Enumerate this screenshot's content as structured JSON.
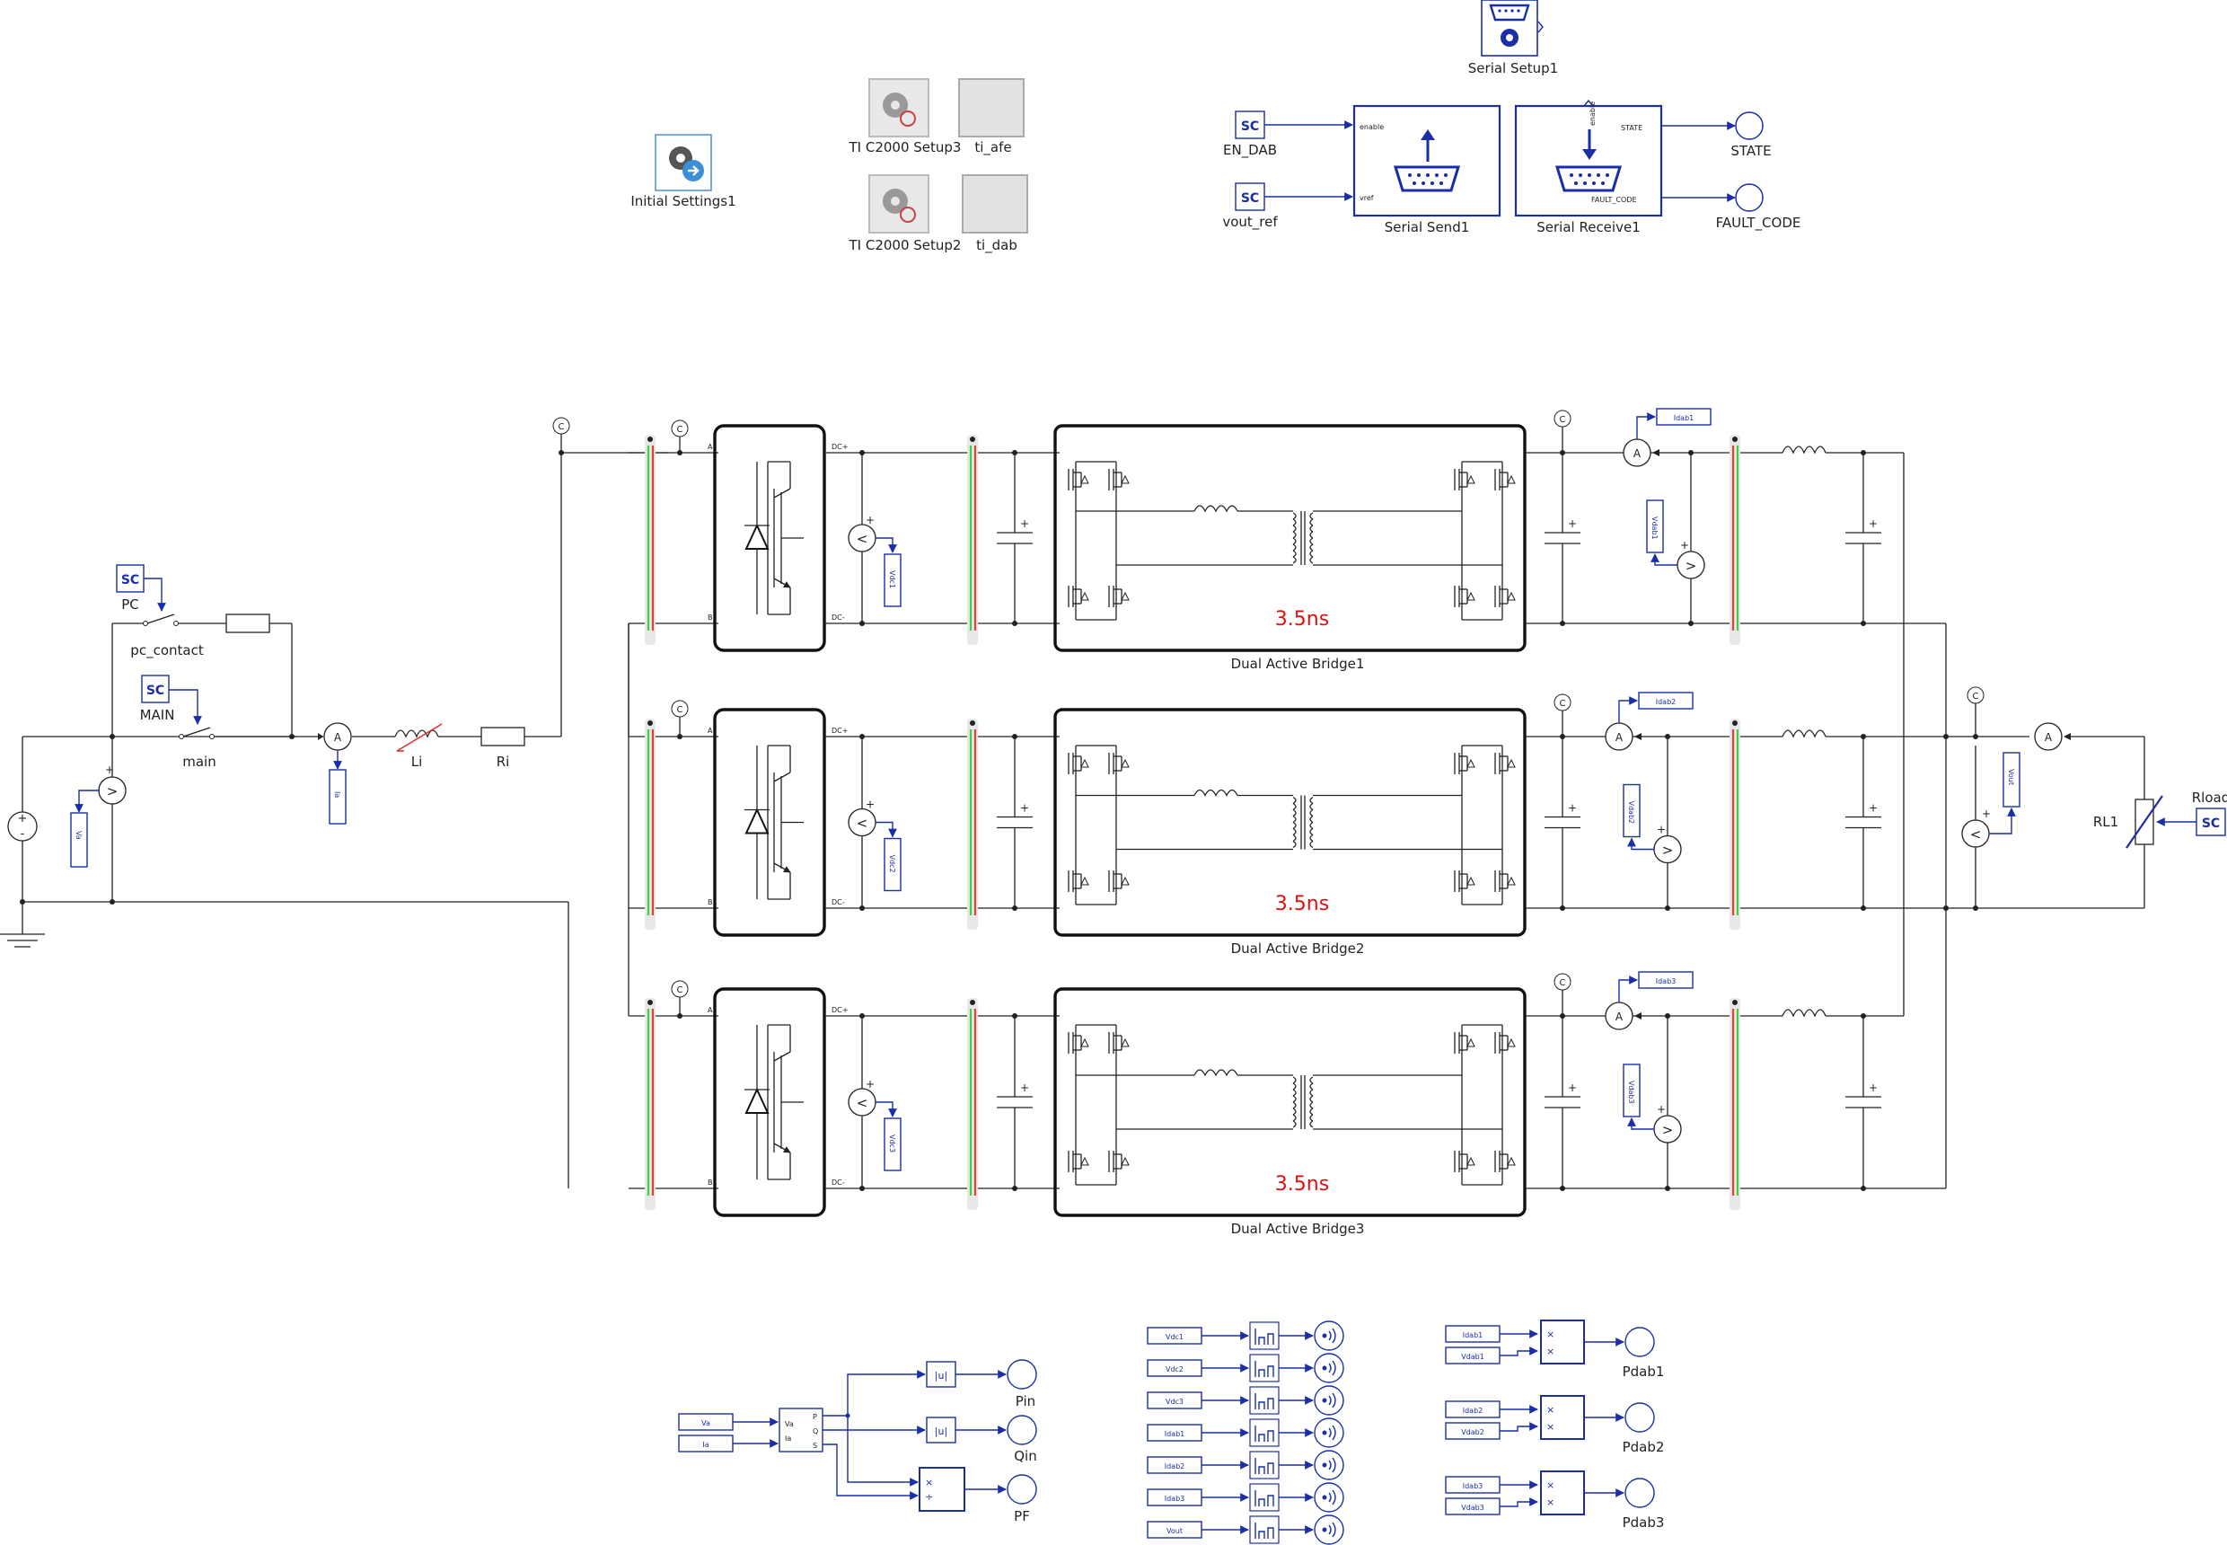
{
  "settings": {
    "initial": "Initial Settings1",
    "setup3": "TI C2000 Setup3",
    "afe": "ti_afe",
    "setup2": "TI C2000 Setup2",
    "dab": "ti_dab"
  },
  "serial": {
    "setup": "Serial Setup1",
    "send": "Serial Send1",
    "receive": "Serial Receive1",
    "en_dab": "EN_DAB",
    "vout_ref": "vout_ref",
    "port_enable": "enable",
    "port_vref": "vref",
    "port_state": "STATE",
    "port_fault": "FAULT_CODE",
    "port_enable_small": "enable",
    "out_state": "STATE",
    "out_fault": "FAULT_CODE"
  },
  "grid": {
    "sc": "SC",
    "pc": "PC",
    "pc_contact": "pc_contact",
    "main_sc": "MAIN",
    "main": "main",
    "li": "Li",
    "ri": "Ri",
    "va": "Va",
    "ia": "Ia",
    "plus": "+",
    "minus": "-"
  },
  "meters": {
    "ammeter": "A",
    "conn": "C",
    "vgt": ">",
    "vlt": "<"
  },
  "ports": {
    "a": "A",
    "b": "B",
    "dcp": "DC+",
    "dcm": "DC-"
  },
  "dab": [
    {
      "name": "Dual Active Bridge1",
      "delay": "3.5ns",
      "vdc": "Vdc1",
      "idab": "Idab1",
      "vdab": "Vdab1"
    },
    {
      "name": "Dual Active Bridge2",
      "delay": "3.5ns",
      "vdc": "Vdc2",
      "idab": "Idab2",
      "vdab": "Vdab2"
    },
    {
      "name": "Dual Active Bridge3",
      "delay": "3.5ns",
      "vdc": "Vdc3",
      "idab": "Idab3",
      "vdab": "Vdab3"
    }
  ],
  "load": {
    "rl": "RL1",
    "rload": "Rload",
    "vout": "Vout"
  },
  "power": {
    "va": "Va",
    "ia": "Ia",
    "p": "P",
    "q": "Q",
    "s": "S",
    "va_in": "Va",
    "ia_in": "Ia",
    "abs": "|u|",
    "times": "×",
    "div": "÷",
    "pin": "Pin",
    "qin": "Qin",
    "pf": "PF"
  },
  "scopes": [
    "Vdc1",
    "Vdc2",
    "Vdc3",
    "Idab1",
    "Idab2",
    "Idab3",
    "Vout"
  ],
  "products": [
    {
      "i": "Idab1",
      "v": "Vdab1",
      "out": "Pdab1"
    },
    {
      "i": "Idab2",
      "v": "Vdab2",
      "out": "Pdab2"
    },
    {
      "i": "Idab3",
      "v": "Vdab3",
      "out": "Pdab3"
    }
  ]
}
